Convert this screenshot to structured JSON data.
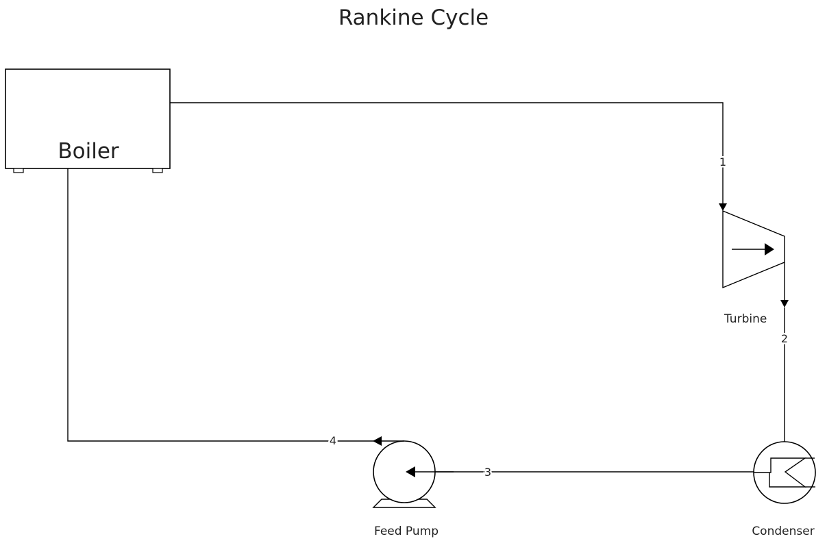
{
  "diagram": {
    "title": "Rankine Cycle",
    "components": {
      "boiler": "Boiler",
      "turbine": "Turbine",
      "condenser": "Condenser",
      "feed_pump": "Feed Pump"
    },
    "state_points": [
      "1",
      "2",
      "3",
      "4"
    ],
    "colors": {
      "line": "#000000",
      "text": "#222222"
    }
  }
}
